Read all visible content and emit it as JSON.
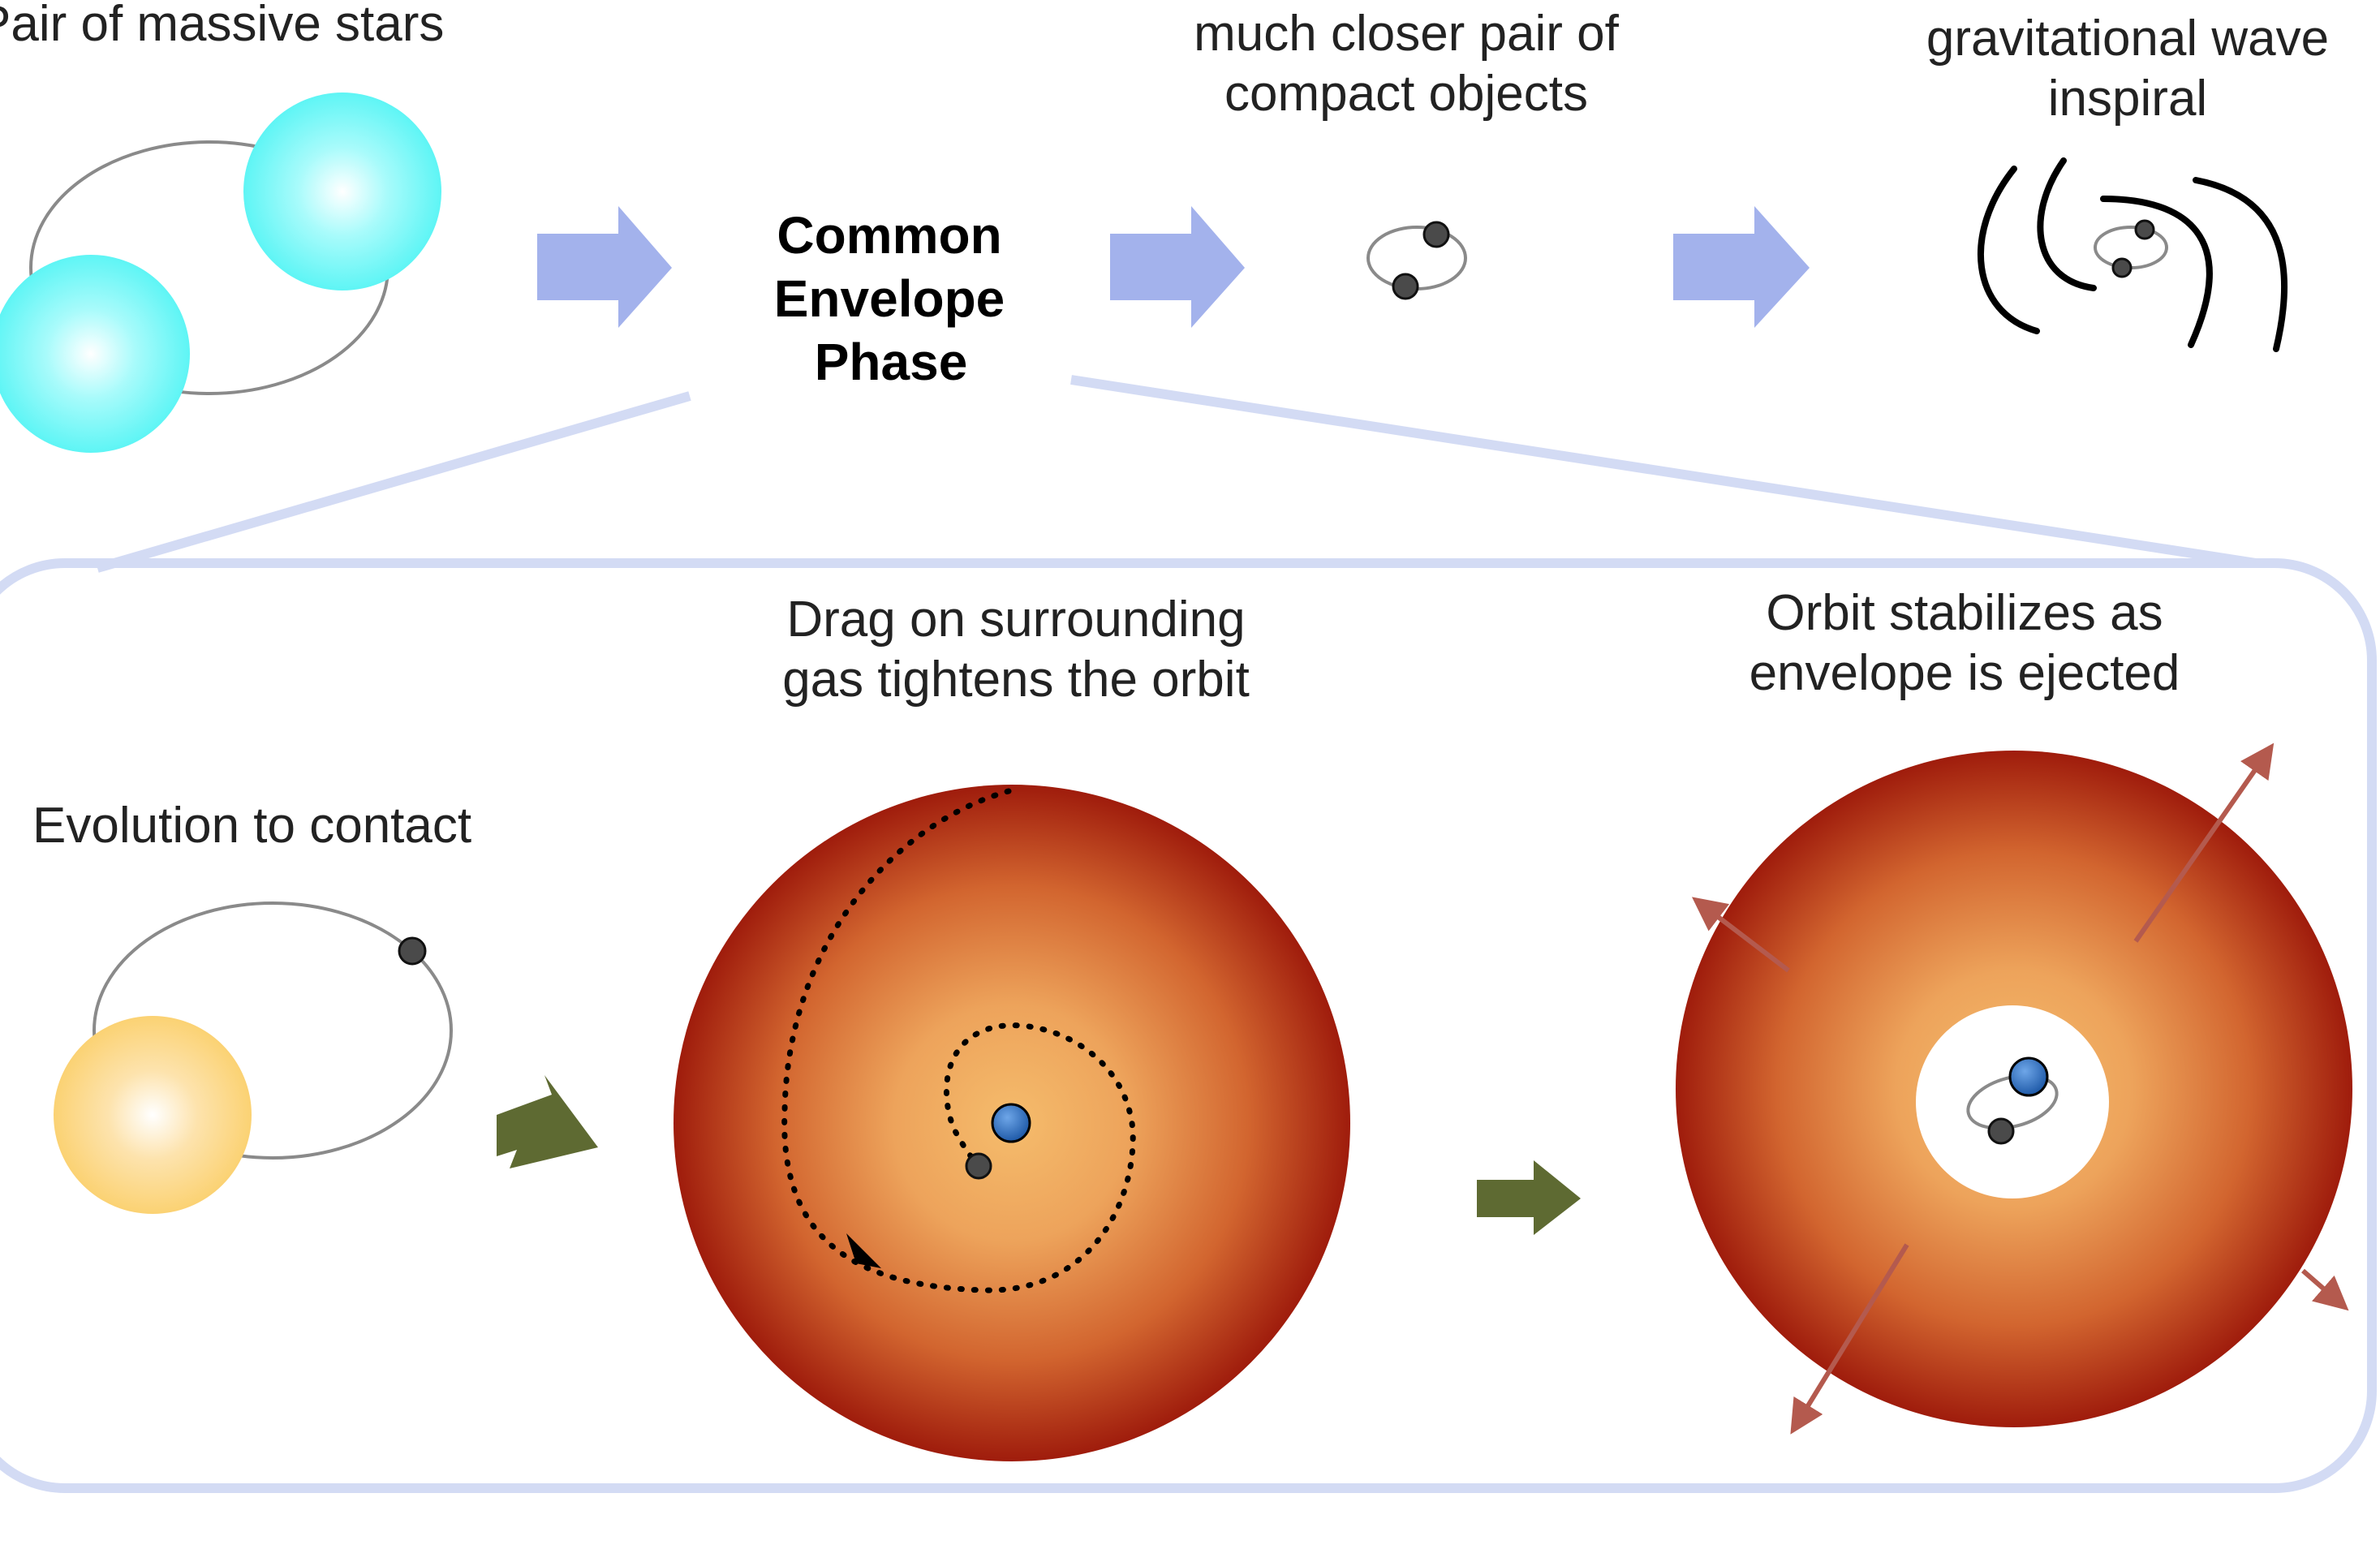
{
  "labels": {
    "pair_of_massive_stars": "Pair of massive stars",
    "much_closer_pair_line1": "much closer pair of",
    "much_closer_pair_line2": "compact objects",
    "gw_inspiral_line1": "gravitational wave",
    "gw_inspiral_line2": "inspiral",
    "common_envelope_line1": "Common",
    "common_envelope_line2": "Envelope",
    "common_envelope_line3": "Phase",
    "evolution_to_contact": "Evolution to contact",
    "drag_line1": "Drag on surrounding",
    "drag_line2": "gas tightens the orbit",
    "orbit_stabilizes_line1": "Orbit stabilizes as",
    "orbit_stabilizes_line2": "envelope is ejected"
  },
  "colors": {
    "massive_star": "#5ef5f5",
    "giant_star": "#fbd273",
    "compact_object": "#4a4a4a",
    "core": "#2a68b8",
    "envelope_inner": "#f4b567",
    "envelope_outer": "#9f1c0c",
    "stage_arrow": "#a3b2ec",
    "sub_arrow": "#5e6a32",
    "ejecta_arrow": "#b45a4e",
    "zoom_frame": "#d3dbf4",
    "orbit_line": "#8a8a8a"
  },
  "icons": {
    "stage_arrows": "right-arrow-icon",
    "sub_arrows": "right-arrow-icon",
    "ejecta": "outward-arrow-icon"
  }
}
